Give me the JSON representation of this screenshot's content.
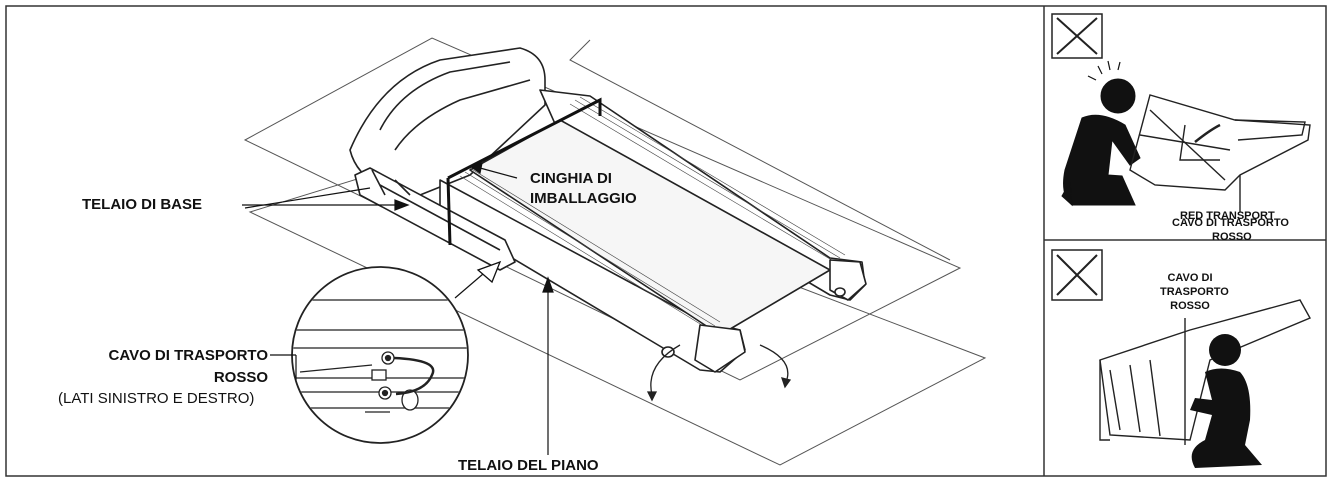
{
  "main_diagram": {
    "labels": {
      "base_frame": "TELAIO DI BASE",
      "packing_strap_line1": "CINGHIA DI",
      "packing_strap_line2": "IMBALLAGGIO",
      "transport_cable_line1": "CAVO DI TRASPORTO",
      "transport_cable_line2": "ROSSO",
      "transport_cable_note": "(LATI SINISTRO E DESTRO)",
      "deck_frame": "TELAIO DEL PIANO"
    }
  },
  "warning_top": {
    "icon": "x-mark-icon",
    "label_en": "RED TRANSPORT",
    "label_it_line1": "CAVO DI TRASPORTO",
    "label_it_line2": "ROSSO"
  },
  "warning_bottom": {
    "icon": "x-mark-icon",
    "label_line1": "CAVO DI",
    "label_line2": "TRASPORTO",
    "label_line3": "ROSSO"
  }
}
